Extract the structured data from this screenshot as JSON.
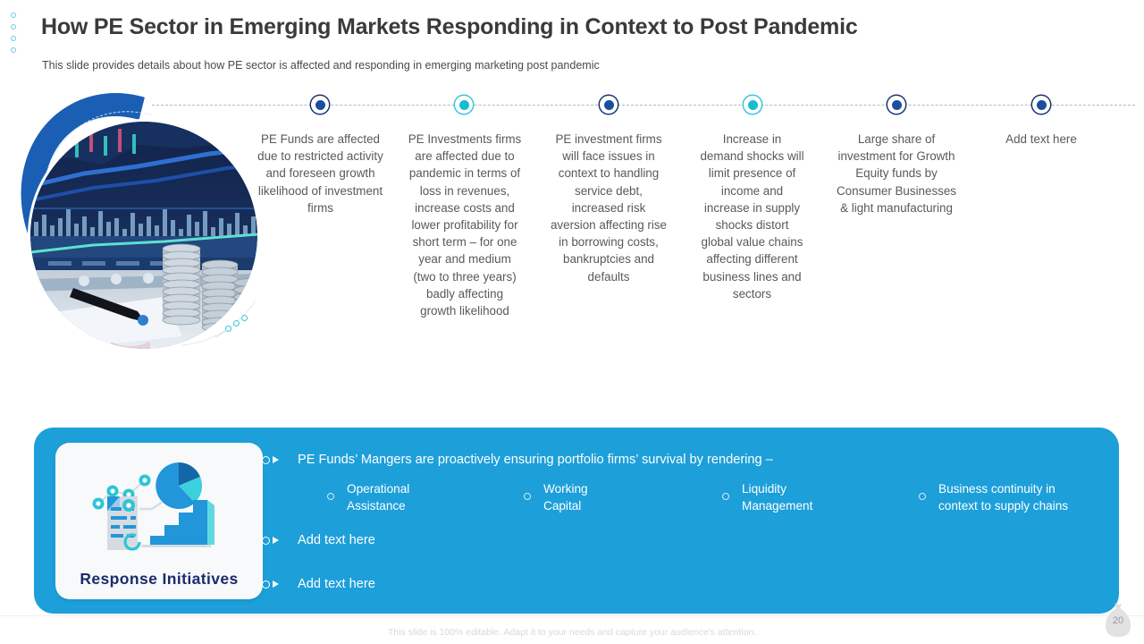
{
  "header": {
    "title": "How PE Sector in Emerging Markets Responding in Context to Post Pandemic",
    "subtitle": "This slide provides details about how PE sector is affected and responding in emerging marketing post pandemic",
    "decor_dot_count": 4
  },
  "colors": {
    "panel_blue": "#1d9fda",
    "arc_blue": "#1a5fb4",
    "marker_dark": "#1a4fa0",
    "marker_cyan": "#17bccf",
    "title_gray": "#3a3a3a",
    "body_gray": "#595959",
    "card_label": "#1b2b6b"
  },
  "timeline": {
    "markers": [
      {
        "style": "dark"
      },
      {
        "style": "cyan"
      },
      {
        "style": "dark"
      },
      {
        "style": "cyan"
      },
      {
        "style": "dark"
      },
      {
        "style": "dark"
      }
    ],
    "columns": [
      {
        "text": "PE Funds are affected due to restricted activity and foreseen growth likelihood of investment firms"
      },
      {
        "text": "PE Investments firms are affected due to pandemic in terms of loss in revenues, increase costs and lower profitability for short term – for one year and medium (two to three years) badly affecting growth likelihood"
      },
      {
        "text": "PE investment firms will face issues in context to handling service debt, increased risk aversion affecting rise in borrowing costs, bankruptcies and defaults"
      },
      {
        "text": "Increase in demand shocks will limit presence of income and increase in supply shocks distort global value chains affecting different business lines and sectors"
      },
      {
        "text": "Large share of investment for Growth Equity funds by Consumer Businesses & light manufacturing"
      },
      {
        "text": "Add text here"
      }
    ]
  },
  "panel": {
    "card_label": "Response Initiatives",
    "bullets": [
      {
        "text": "PE Funds’ Mangers are proactively ensuring portfolio firms’ survival by rendering –"
      },
      {
        "text": "Add text here"
      },
      {
        "text": "Add text here"
      }
    ],
    "sub_items": [
      {
        "line1": "Operational",
        "line2": "Assistance"
      },
      {
        "line1": "Working",
        "line2": "Capital"
      },
      {
        "line1": "Liquidity",
        "line2": "Management"
      },
      {
        "line1": "Business continuity in",
        "line2": "context to supply chains"
      }
    ]
  },
  "footer": {
    "note": "This slide is 100% editable. Adapt it to your needs and capture your audience's attention.",
    "page_number": "20"
  }
}
